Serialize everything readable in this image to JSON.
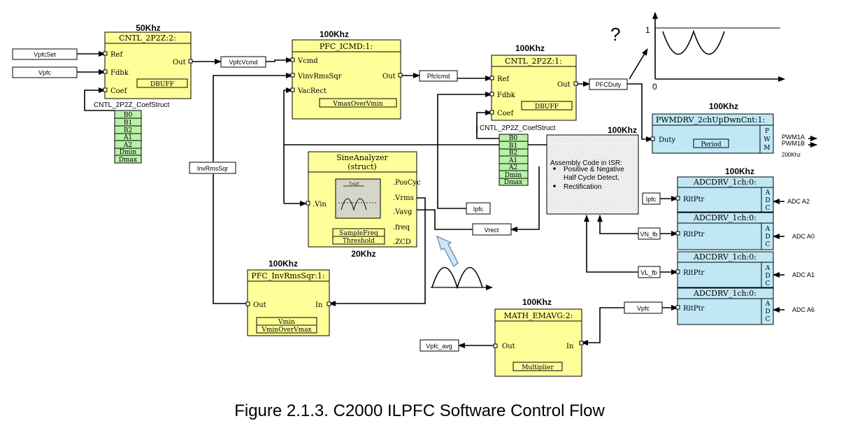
{
  "caption": "Figure 2.1.3. C2000 ILPFC Software Control Flow",
  "blocks": {
    "cntl_a": {
      "rate": "50Khz",
      "title": "CNTL_2P2Z:2:",
      "ports_in": [
        "Ref",
        "Fdbk",
        "Coef"
      ],
      "port_out": "Out",
      "inner": "DBUFF",
      "struct_label": "CNTL_2P2Z_CoefStruct",
      "coefs": [
        "B0",
        "B1",
        "B2",
        "A1",
        "A2",
        "Dmin",
        "Dmax"
      ]
    },
    "icmd": {
      "rate": "100Khz",
      "title": "PFC_ICMD:1:",
      "ports_in": [
        "Vcmd",
        "VinvRmsSqr",
        "VacRect"
      ],
      "port_out": "Out",
      "inner": "VmaxOverVmin"
    },
    "cntl_b": {
      "rate": "100Khz",
      "title": "CNTL_2P2Z:1:",
      "ports_in": [
        "Ref",
        "Fdbk",
        "Coef"
      ],
      "port_out": "Out",
      "inner": "DBUFF",
      "struct_label": "CNTL_2P2Z_CoefStruct",
      "coefs": [
        "B0",
        "B1",
        "B2",
        "A1",
        "A2",
        "Dmin",
        "Dmax"
      ]
    },
    "pwm": {
      "rate": "100Khz",
      "title": "PWMDRV_2chUpDwnCnt:1:",
      "port_in": "Duty",
      "inner": "Period",
      "side": [
        "P",
        "W",
        "M"
      ],
      "outputs": [
        "PWM1A",
        "PWM1B"
      ],
      "freq": "200Khz"
    },
    "sine": {
      "rate": "20Khz",
      "title_line1": "SineAnalyzer",
      "title_line2": "(struct)",
      "port_in": ".Vin",
      "outputs": [
        ".PosCyc",
        ".Vrms",
        ".Vavg",
        ".freq",
        ".ZCD"
      ],
      "inner": [
        "SampleFreq",
        "Threshold"
      ],
      "graph_label": "T=1/f"
    },
    "asm": {
      "rate": "100Khz",
      "heading": "Assembly Code in ISR:",
      "bullets": [
        "Positive & Negative Half Cycle Detect,",
        "Rectification"
      ]
    },
    "invrms": {
      "rate": "100Khz",
      "title": "PFC_InvRmsSqr:1:",
      "port_out": "Out",
      "port_in": "In",
      "inner": [
        "Vmin",
        "VminOverVmax"
      ]
    },
    "emavg": {
      "rate": "100Khz",
      "title": "MATH_EMAVG:2:",
      "port_out": "Out",
      "port_in": "In",
      "inner": "Multiplier"
    },
    "adc_rate": "100Khz",
    "adcs": [
      {
        "title": "ADCDRV_1ch:0:",
        "port": "RltPtr",
        "side": [
          "A",
          "D",
          "C"
        ],
        "input": "ADC A2",
        "signal": "Ipfc"
      },
      {
        "title": "ADCDRV_1ch:0:",
        "port": "RltPtr",
        "side": [
          "A",
          "D",
          "C"
        ],
        "input": "ADC A0",
        "signal": "VN_fb"
      },
      {
        "title": "ADCDRV_1ch:0:",
        "port": "RltPtr",
        "side": [
          "A",
          "D",
          "C"
        ],
        "input": "ADC A1",
        "signal": "VL_fb"
      },
      {
        "title": "ADCDRV_1ch:0:",
        "port": "RltPtr",
        "side": [
          "A",
          "D",
          "C"
        ],
        "input": "ADC A6",
        "signal": "Vpfc"
      }
    ]
  },
  "signals": {
    "vpfcset": "VpfcSet",
    "vpfc": "Vpfc",
    "vpfcvcmd": "VpfcVcmd",
    "pfcicmd": "PfcIcmd",
    "pfcduty": "PFCDuty",
    "invrmssqr": "InvRmsSqr",
    "ipfc": "Ipfc",
    "vrect": "Vrect",
    "vpfc_avg": "Vpfc_avg"
  },
  "duty_graph": {
    "question": "?",
    "y_tick": "1",
    "origin": "0"
  }
}
